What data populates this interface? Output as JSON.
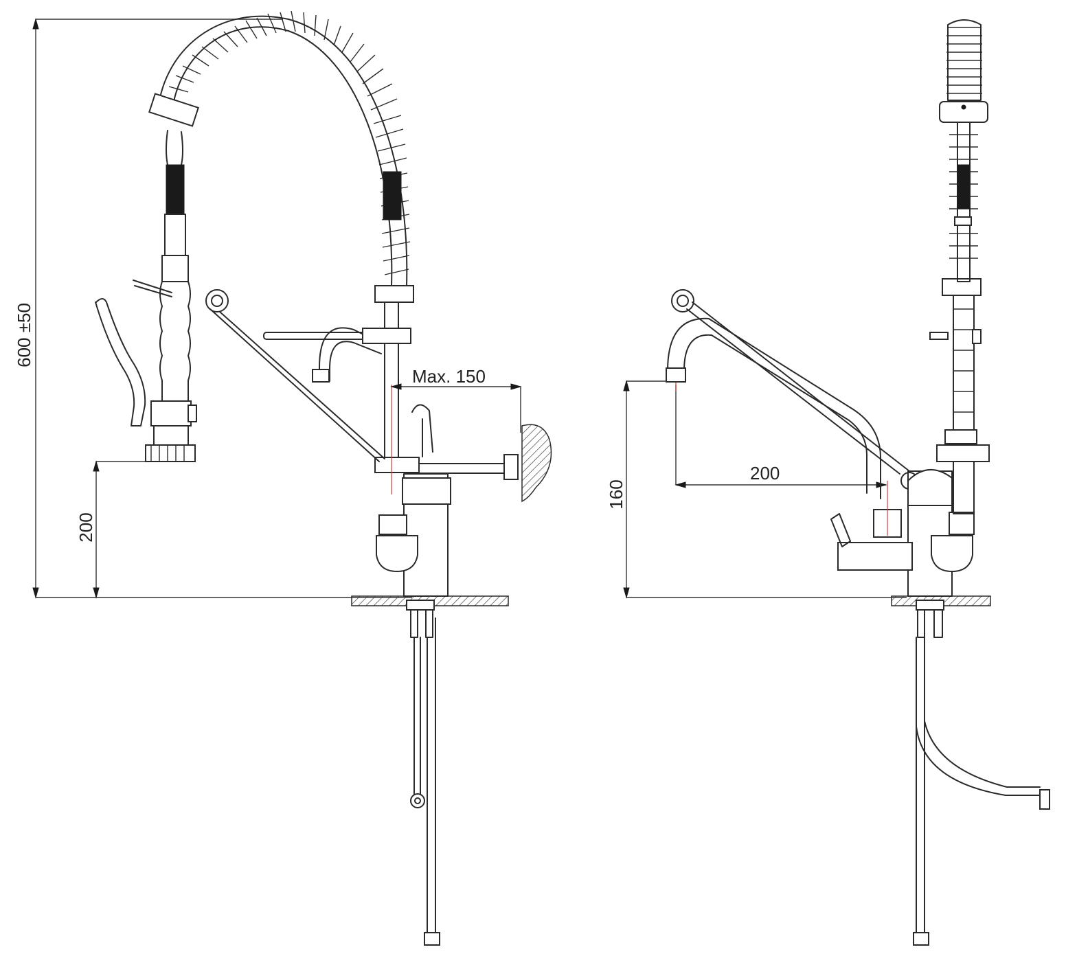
{
  "side_view": {
    "overall_height": "600 ±50",
    "spray_height": "200",
    "reach": "Max. 150"
  },
  "front_view": {
    "spout_height": "160",
    "spout_reach": "200"
  }
}
